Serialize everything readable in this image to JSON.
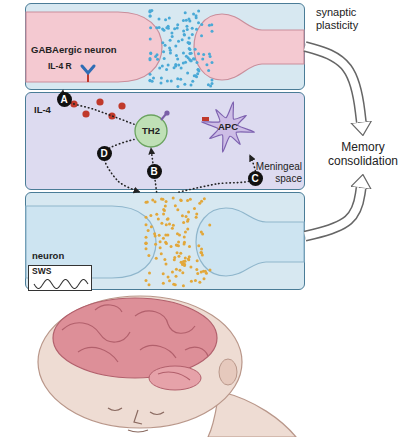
{
  "diagram": {
    "nodes": [
      {
        "text": [
          "synaptic plasticity",
          "GABAergic neuron",
          "IL-4 R"
        ]
      },
      {
        "text": [
          "IL-4",
          "Meningeal space"
        ]
      },
      {
        "text": [
          "TH2"
        ],
        "in": 1
      },
      {
        "text": [
          "APC"
        ],
        "in": 1
      },
      {
        "text": [
          "neuron"
        ]
      },
      {
        "text": [
          "SWS"
        ],
        "in": 4
      },
      {
        "text": [
          "Memory consolidation"
        ]
      }
    ],
    "edges": [
      {
        "from": 2,
        "to": 0,
        "arrow": "to",
        "label": "A"
      },
      {
        "from": 4,
        "to": 2,
        "arrow": "to",
        "label": "B"
      },
      {
        "from": 4,
        "to": 3,
        "arrow": "to",
        "label": "C"
      },
      {
        "from": 2,
        "to": 4,
        "arrow": "to",
        "label": "D"
      },
      {
        "from": 0,
        "to": 6,
        "arrow": "to"
      },
      {
        "from": 4,
        "to": 6,
        "arrow": "to"
      }
    ]
  }
}
